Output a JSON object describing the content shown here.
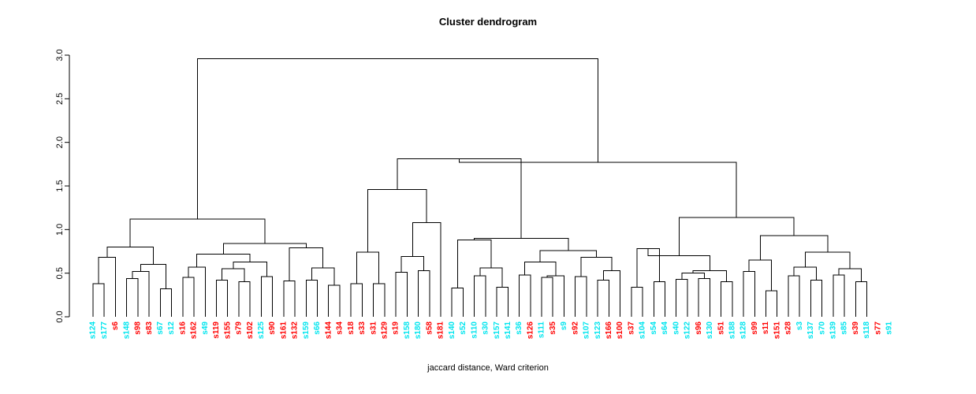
{
  "chart_data": {
    "type": "dendrogram",
    "title": "Cluster dendrogram",
    "xlabel": "jaccard distance, Ward criterion",
    "ylabel": "",
    "ylim": [
      0,
      3.0
    ],
    "yticks": [
      "0.0",
      "0.5",
      "1.0",
      "1.5",
      "2.0",
      "2.5",
      "3.0"
    ],
    "ytick_values": [
      0,
      0.5,
      1.0,
      1.5,
      2.0,
      2.5,
      3.0
    ],
    "grid": false,
    "legend": "none",
    "colors": {
      "group_a": "#ff0000",
      "group_b": "#00e5ee",
      "tree": "#000000"
    },
    "leaves": [
      {
        "label": "s124",
        "color": "#00e5ee"
      },
      {
        "label": "s177",
        "color": "#00e5ee"
      },
      {
        "label": "s6",
        "color": "#ff0000"
      },
      {
        "label": "s148",
        "color": "#00e5ee"
      },
      {
        "label": "s98",
        "color": "#ff0000"
      },
      {
        "label": "s83",
        "color": "#ff0000"
      },
      {
        "label": "s67",
        "color": "#00e5ee"
      },
      {
        "label": "s12",
        "color": "#00e5ee"
      },
      {
        "label": "s16",
        "color": "#ff0000"
      },
      {
        "label": "s162",
        "color": "#ff0000"
      },
      {
        "label": "s49",
        "color": "#00e5ee"
      },
      {
        "label": "s119",
        "color": "#ff0000"
      },
      {
        "label": "s155",
        "color": "#ff0000"
      },
      {
        "label": "s79",
        "color": "#ff0000"
      },
      {
        "label": "s102",
        "color": "#ff0000"
      },
      {
        "label": "s125",
        "color": "#00e5ee"
      },
      {
        "label": "s90",
        "color": "#ff0000"
      },
      {
        "label": "s161",
        "color": "#ff0000"
      },
      {
        "label": "s132",
        "color": "#ff0000"
      },
      {
        "label": "s159",
        "color": "#00e5ee"
      },
      {
        "label": "s66",
        "color": "#00e5ee"
      },
      {
        "label": "s144",
        "color": "#ff0000"
      },
      {
        "label": "s34",
        "color": "#ff0000"
      },
      {
        "label": "s18",
        "color": "#ff0000"
      },
      {
        "label": "s33",
        "color": "#ff0000"
      },
      {
        "label": "s31",
        "color": "#ff0000"
      },
      {
        "label": "s129",
        "color": "#ff0000"
      },
      {
        "label": "s19",
        "color": "#ff0000"
      },
      {
        "label": "s158",
        "color": "#00e5ee"
      },
      {
        "label": "s180",
        "color": "#00e5ee"
      },
      {
        "label": "s58",
        "color": "#ff0000"
      },
      {
        "label": "s181",
        "color": "#ff0000"
      },
      {
        "label": "s140",
        "color": "#00e5ee"
      },
      {
        "label": "s52",
        "color": "#00e5ee"
      },
      {
        "label": "s110",
        "color": "#00e5ee"
      },
      {
        "label": "s30",
        "color": "#00e5ee"
      },
      {
        "label": "s157",
        "color": "#00e5ee"
      },
      {
        "label": "s141",
        "color": "#00e5ee"
      },
      {
        "label": "s36",
        "color": "#00e5ee"
      },
      {
        "label": "s126",
        "color": "#ff0000"
      },
      {
        "label": "s111",
        "color": "#00e5ee"
      },
      {
        "label": "s35",
        "color": "#ff0000"
      },
      {
        "label": "s9",
        "color": "#00e5ee"
      },
      {
        "label": "s92",
        "color": "#ff0000"
      },
      {
        "label": "s107",
        "color": "#00e5ee"
      },
      {
        "label": "s123",
        "color": "#00e5ee"
      },
      {
        "label": "s166",
        "color": "#ff0000"
      },
      {
        "label": "s100",
        "color": "#ff0000"
      },
      {
        "label": "s37",
        "color": "#ff0000"
      },
      {
        "label": "s104",
        "color": "#00e5ee"
      },
      {
        "label": "s54",
        "color": "#00e5ee"
      },
      {
        "label": "s64",
        "color": "#00e5ee"
      },
      {
        "label": "s40",
        "color": "#00e5ee"
      },
      {
        "label": "s122",
        "color": "#00e5ee"
      },
      {
        "label": "s96",
        "color": "#ff0000"
      },
      {
        "label": "s130",
        "color": "#00e5ee"
      },
      {
        "label": "s51",
        "color": "#ff0000"
      },
      {
        "label": "s188",
        "color": "#00e5ee"
      },
      {
        "label": "s128",
        "color": "#00e5ee"
      },
      {
        "label": "s99",
        "color": "#ff0000"
      },
      {
        "label": "s11",
        "color": "#ff0000"
      },
      {
        "label": "s151",
        "color": "#ff0000"
      },
      {
        "label": "s28",
        "color": "#ff0000"
      },
      {
        "label": "s3",
        "color": "#00e5ee"
      },
      {
        "label": "s137",
        "color": "#00e5ee"
      },
      {
        "label": "s70",
        "color": "#00e5ee"
      },
      {
        "label": "s139",
        "color": "#00e5ee"
      },
      {
        "label": "s85",
        "color": "#00e5ee"
      },
      {
        "label": "s39",
        "color": "#ff0000"
      },
      {
        "label": "s118",
        "color": "#00e5ee"
      },
      {
        "label": "s77",
        "color": "#ff0000"
      },
      {
        "label": "s91",
        "color": "#00e5ee"
      }
    ],
    "merges": [
      {
        "id": "m1",
        "left": 0,
        "right": 1,
        "height": 0.38
      },
      {
        "id": "m2",
        "left": "m1",
        "right": 2,
        "height": 0.68
      },
      {
        "id": "m3",
        "left": 3,
        "right": 4,
        "height": 0.44
      },
      {
        "id": "m4",
        "left": "m3",
        "right": 5,
        "height": 0.52
      },
      {
        "id": "m5",
        "left": 6,
        "right": 7,
        "height": 0.32
      },
      {
        "id": "m6",
        "left": "m4",
        "right": "m5",
        "height": 0.6
      },
      {
        "id": "m7",
        "left": "m2",
        "right": "m6",
        "height": 0.8
      },
      {
        "id": "m8",
        "left": 8,
        "right": 9,
        "height": 0.45
      },
      {
        "id": "m9",
        "left": "m8",
        "right": 10,
        "height": 0.57
      },
      {
        "id": "m10",
        "left": 11,
        "right": 12,
        "height": 0.42
      },
      {
        "id": "m11",
        "left": 13,
        "right": 14,
        "height": 0.4
      },
      {
        "id": "m12",
        "left": "m10",
        "right": "m11",
        "height": 0.55
      },
      {
        "id": "m13",
        "left": 15,
        "right": 16,
        "height": 0.46
      },
      {
        "id": "m14",
        "left": "m12",
        "right": "m13",
        "height": 0.63
      },
      {
        "id": "m15",
        "left": "m9",
        "right": "m14",
        "height": 0.72
      },
      {
        "id": "m16",
        "left": 17,
        "right": 18,
        "height": 0.41
      },
      {
        "id": "m17",
        "left": 19,
        "right": 20,
        "height": 0.42
      },
      {
        "id": "m18",
        "left": 21,
        "right": 22,
        "height": 0.36
      },
      {
        "id": "m19",
        "left": "m17",
        "right": "m18",
        "height": 0.56
      },
      {
        "id": "m20",
        "left": "m16",
        "right": "m19",
        "height": 0.79
      },
      {
        "id": "m21",
        "left": "m15",
        "right": "m20",
        "height": 0.84
      },
      {
        "id": "m22",
        "left": "m7",
        "right": "m21",
        "height": 1.12
      },
      {
        "id": "m23",
        "left": 23,
        "right": 24,
        "height": 0.38
      },
      {
        "id": "m24",
        "left": 25,
        "right": 26,
        "height": 0.38
      },
      {
        "id": "m25",
        "left": "m23",
        "right": "m24",
        "height": 0.74
      },
      {
        "id": "m26",
        "left": 27,
        "right": 28,
        "height": 0.51
      },
      {
        "id": "m27",
        "left": 29,
        "right": 30,
        "height": 0.53
      },
      {
        "id": "m28",
        "left": "m26",
        "right": "m27",
        "height": 0.69
      },
      {
        "id": "m29",
        "left": "m28",
        "right": 31,
        "height": 1.08
      },
      {
        "id": "m30",
        "left": "m25",
        "right": "m29",
        "height": 1.46
      },
      {
        "id": "m31",
        "left": 32,
        "right": 33,
        "height": 0.33
      },
      {
        "id": "m32",
        "left": 34,
        "right": 35,
        "height": 0.47
      },
      {
        "id": "m33",
        "left": 36,
        "right": 37,
        "height": 0.34
      },
      {
        "id": "m34",
        "left": "m32",
        "right": "m33",
        "height": 0.56
      },
      {
        "id": "m35",
        "left": "m31",
        "right": "m34",
        "height": 0.88
      },
      {
        "id": "m36",
        "left": 38,
        "right": 39,
        "height": 0.48
      },
      {
        "id": "m37",
        "left": 40,
        "right": 41,
        "height": 0.45
      },
      {
        "id": "m38",
        "left": "m37",
        "right": 42,
        "height": 0.47
      },
      {
        "id": "m39",
        "left": "m36",
        "right": "m38",
        "height": 0.63
      },
      {
        "id": "m40",
        "left": 43,
        "right": 44,
        "height": 0.46
      },
      {
        "id": "m41",
        "left": 45,
        "right": 46,
        "height": 0.42
      },
      {
        "id": "m42",
        "left": "m41",
        "right": 47,
        "height": 0.53
      },
      {
        "id": "m43",
        "left": "m40",
        "right": "m42",
        "height": 0.68
      },
      {
        "id": "m44",
        "left": "m39",
        "right": "m43",
        "height": 0.76
      },
      {
        "id": "m45",
        "left": "m35",
        "right": "m44",
        "height": 0.9
      },
      {
        "id": "m46",
        "left": "m30",
        "right": "m45",
        "height": 1.81
      },
      {
        "id": "m47",
        "left": 48,
        "right": 49,
        "height": 0.34
      },
      {
        "id": "m48",
        "left": 50,
        "right": 51,
        "height": 0.4
      },
      {
        "id": "m49",
        "left": "m47",
        "right": "m48",
        "height": 0.78
      },
      {
        "id": "m50",
        "left": 52,
        "right": 53,
        "height": 0.43
      },
      {
        "id": "m51",
        "left": 54,
        "right": 55,
        "height": 0.44
      },
      {
        "id": "m52",
        "left": "m50",
        "right": "m51",
        "height": 0.5
      },
      {
        "id": "m53",
        "left": 56,
        "right": 57,
        "height": 0.4
      },
      {
        "id": "m54",
        "left": "m52",
        "right": "m53",
        "height": 0.53
      },
      {
        "id": "m55",
        "left": "m49",
        "right": "m54",
        "height": 0.7
      },
      {
        "id": "m56",
        "left": 58,
        "right": 59,
        "height": 0.52
      },
      {
        "id": "m57",
        "left": 60,
        "right": 61,
        "height": 0.3
      },
      {
        "id": "m58",
        "left": "m56",
        "right": "m57",
        "height": 0.65
      },
      {
        "id": "m59",
        "left": 62,
        "right": 63,
        "height": 0.47
      },
      {
        "id": "m60",
        "left": 64,
        "right": 65,
        "height": 0.42
      },
      {
        "id": "m61",
        "left": "m59",
        "right": "m60",
        "height": 0.57
      },
      {
        "id": "m62",
        "left": 66,
        "right": 67,
        "height": 0.48
      },
      {
        "id": "m63",
        "left": 68,
        "right": 69,
        "height": 0.4
      },
      {
        "id": "m64",
        "left": "m62",
        "right": "m63",
        "height": 0.55
      },
      {
        "id": "m65",
        "left": "m61",
        "right": "m64",
        "height": 0.74
      },
      {
        "id": "m66",
        "left": "m58",
        "right": "m65",
        "height": 0.93
      },
      {
        "id": "m67",
        "left": "m55",
        "right": "m66",
        "height": 1.14
      },
      {
        "id": "m68",
        "left": "m46",
        "right": "m67",
        "height": 1.77
      },
      {
        "id": "m69",
        "left": "m22",
        "right": "m68",
        "height": 2.96
      }
    ]
  }
}
